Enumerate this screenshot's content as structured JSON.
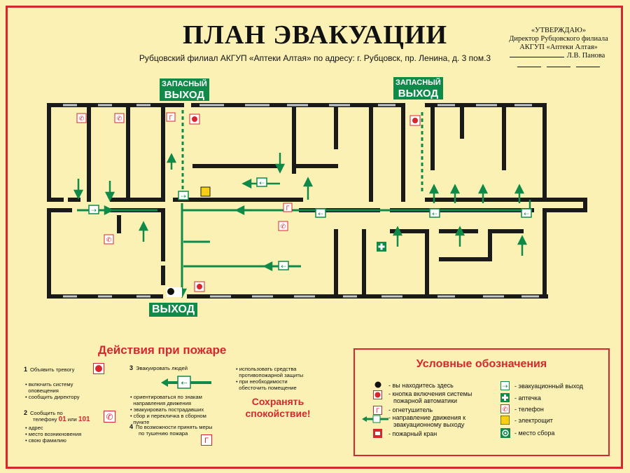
{
  "header": {
    "title": "ПЛАН ЭВАКУАЦИИ",
    "address": "Рубцовский филиал АКГУП «Аптеки Алтая» по адресу: г. Рубцовск, пр. Ленина, д. 3 пом.3"
  },
  "approval": {
    "line1": "«УТВЕРЖДАЮ»",
    "line2": "Директор Рубцовского филиала",
    "line3": "АКГУП «Аптеки Алтая»",
    "name": "Л.В. Панова"
  },
  "signs": {
    "spare_exit_line1": "ЗАПАСНЫЙ",
    "spare_exit_line2": "ВЫХОД",
    "main_exit": "ВЫХОД"
  },
  "actions": {
    "title": "Действия при пожаре",
    "step1_num": "1",
    "step1": "Объявить тревогу",
    "step1_sub": [
      "включить систему",
      "оповещения",
      "сообщить директору"
    ],
    "step2_num": "2",
    "step2_l1": "Сообщить по",
    "step2_l2": "телефону",
    "step2_n1": "01",
    "step2_or": "или",
    "step2_n2": "101",
    "step2_sub": [
      "адрес",
      "место возникновения",
      "свою фамилию"
    ],
    "step3_num": "3",
    "step3": "Эвакуировать людей",
    "step3_sub": [
      "ориентироваться по знакам",
      "направления движения",
      "эвакуировать пострадавших",
      "сбор и перекличка в сборном",
      "пункте"
    ],
    "step4_num": "4",
    "step4": [
      "По возможности принять меры",
      "по тушению пожара"
    ],
    "extra": [
      "использовать средства",
      "противопожарной защиты",
      "при необходимости",
      "обесточить помещение"
    ],
    "calm": [
      "Сохранять",
      "спокойствие!"
    ]
  },
  "legend": {
    "title": "Условные обозначения",
    "items": {
      "here": "- вы находитесь здесь",
      "button": [
        "- кнопка включения системы",
        "пожарной автоматики"
      ],
      "extinguisher": "- огнетушитель",
      "direction": [
        "- направление движения к",
        "эвакуационному выходу"
      ],
      "hydrant": "- пожарный кран",
      "exit": "- эвакуационный выход",
      "aid": "- аптечка",
      "phone": "- телефон",
      "electric": "- электрощит",
      "assembly": "- место сбора"
    }
  },
  "colors": {
    "background": "#fbf1b4",
    "accent_red": "#d8262e",
    "exit_green": "#0f8a48",
    "wall": "#1a1a1a"
  }
}
